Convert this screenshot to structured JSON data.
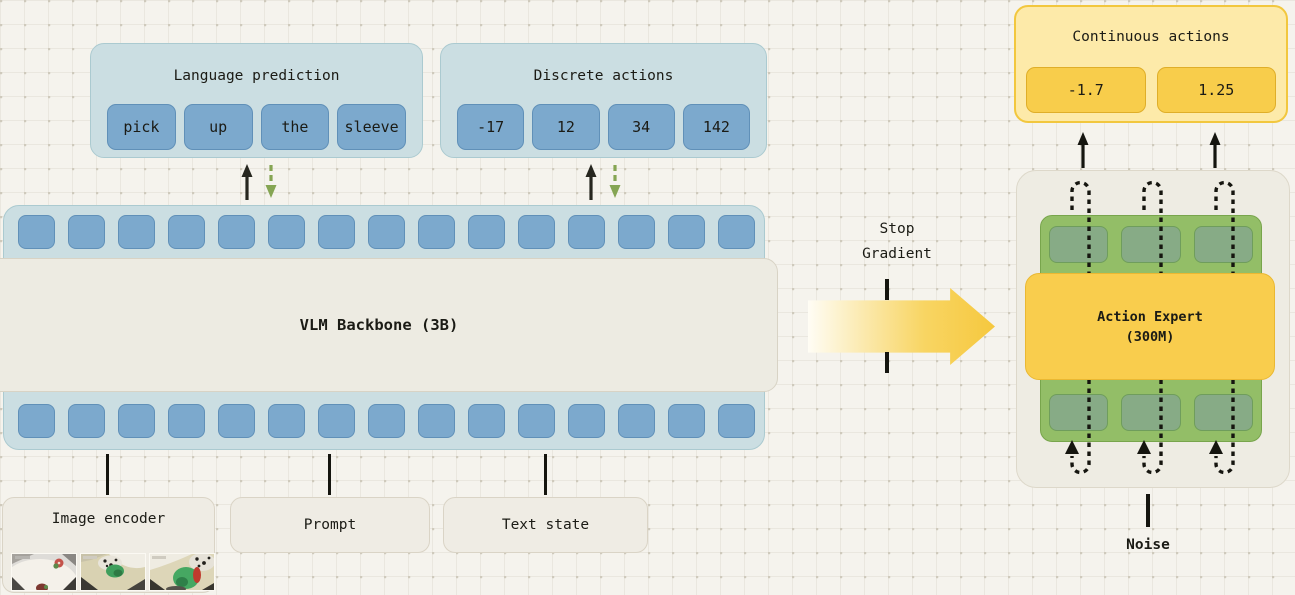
{
  "colors": {
    "background": "#f5f3ed",
    "band_blue": "#cbdee2",
    "token_blue": "#7ca9cd",
    "beige": "#edebe2",
    "gold": "#f8cd4b",
    "light_gold": "#fdeaa9",
    "green_band": "#93be67",
    "sage_token": "#87ab86",
    "arrow_green": "#85a553",
    "ink": "#1b1b15"
  },
  "language_prediction": {
    "title": "Language prediction",
    "tokens": [
      "pick",
      "up",
      "the",
      "sleeve"
    ]
  },
  "discrete_actions": {
    "title": "Discrete actions",
    "tokens": [
      "-17",
      "12",
      "34",
      "142"
    ]
  },
  "backbone": {
    "label": "VLM Backbone (3B)",
    "top_token_count": 15,
    "bottom_token_count": 15
  },
  "inputs": {
    "image_encoder": {
      "label": "Image encoder",
      "camera_views": [
        "wrist-camera-view",
        "top-camera-view",
        "side-camera-view"
      ]
    },
    "prompt": {
      "label": "Prompt"
    },
    "text_state": {
      "label": "Text state"
    }
  },
  "stop_gradient": {
    "line1": "Stop",
    "line2": "Gradient"
  },
  "continuous_actions": {
    "title": "Continuous actions",
    "tokens": [
      "-1.7",
      "1.25"
    ]
  },
  "action_expert": {
    "line1": "Action Expert",
    "line2": "(300M)",
    "lane_count": 3,
    "top_token_count": 3,
    "bottom_token_count": 3
  },
  "noise": {
    "label": "Noise"
  }
}
